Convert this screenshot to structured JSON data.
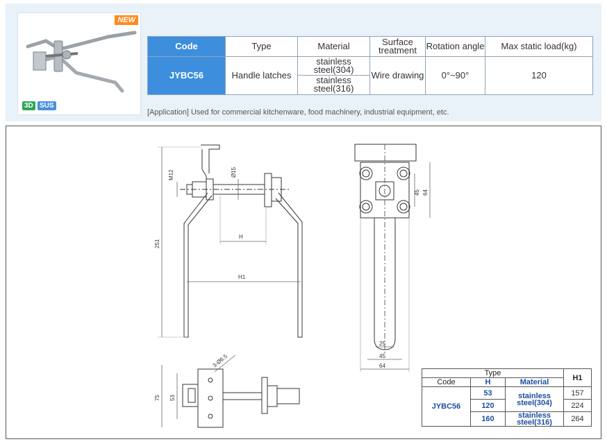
{
  "product": {
    "new_badge": "NEW",
    "badge_3d": "3D",
    "badge_sus": "SUS"
  },
  "spec_table": {
    "headers": {
      "code": "Code",
      "type": "Type",
      "material": "Material",
      "surface": "Surface treatment",
      "rotation": "Rotation angle",
      "load": "Max static load(kg)"
    },
    "row": {
      "code": "JYBC56",
      "type": "Handle latches",
      "material_1": "stainless steel(304)",
      "material_2": "stainless steel(316)",
      "surface": "Wire drawing",
      "rotation": "0°~90°",
      "load": "120"
    }
  },
  "application": "[Application] Used for commercial kitchenware, food machinery, industrial equipment, etc.",
  "dimensions": {
    "m12": "M12",
    "d15": "Ø15",
    "h": "H",
    "h1": "H1",
    "d251": "251",
    "d45": "45",
    "d64": "64",
    "d25": "25",
    "d45b": "45",
    "d64b": "64",
    "hole": "3-Ø6.5",
    "d75": "75",
    "d53": "53"
  },
  "type_table": {
    "type_header": "Type",
    "h1_header": "H1",
    "code_header": "Code",
    "h_header": "H",
    "material_header": "Material",
    "code": "JYBC56",
    "rows": [
      {
        "h": "53",
        "h1": "157"
      },
      {
        "h": "120",
        "h1": "224"
      },
      {
        "h": "160",
        "h1": "264"
      }
    ],
    "material_1": "stainless steel(304)",
    "material_2": "stainless steel(316)"
  }
}
